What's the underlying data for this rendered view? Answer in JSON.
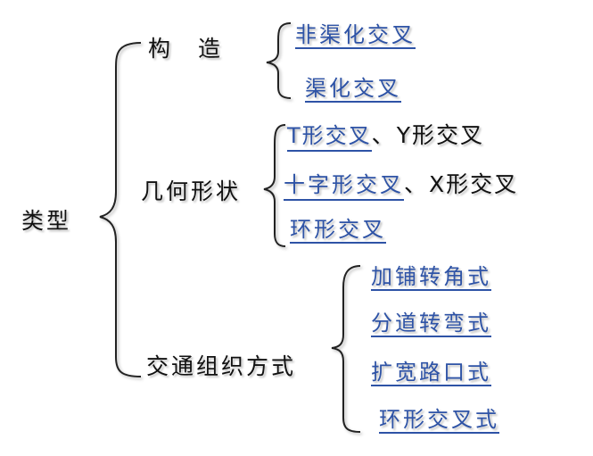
{
  "root": "类型",
  "branches": [
    {
      "label": "构　造",
      "leaves": [
        {
          "parts": [
            "非渠化交叉"
          ]
        },
        {
          "parts": [
            "渠化交叉"
          ]
        }
      ]
    },
    {
      "label": "几何形状",
      "leaves": [
        {
          "parts": [
            "T形交叉",
            "、",
            "Y形交叉"
          ]
        },
        {
          "parts": [
            "十字形交叉",
            "、",
            "X形交叉"
          ]
        },
        {
          "parts": [
            "环形交叉"
          ]
        }
      ]
    },
    {
      "label": "交通组织方式",
      "leaves": [
        {
          "parts": [
            "加铺转角式"
          ]
        },
        {
          "parts": [
            "分道转弯式"
          ]
        },
        {
          "parts": [
            "扩宽路口式"
          ]
        },
        {
          "parts": [
            "环形交叉式"
          ]
        }
      ]
    }
  ],
  "colors": {
    "link": "#2e53a6",
    "text": "#111111"
  }
}
